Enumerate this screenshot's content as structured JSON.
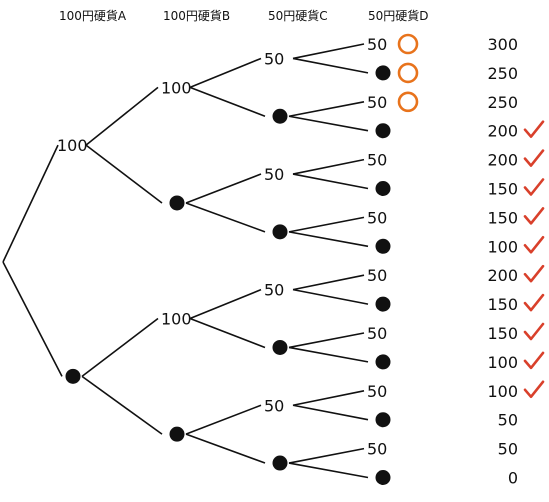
{
  "headers": [
    "100円硬貨A",
    "100円硬貨B",
    "50円硬貨C",
    "50円硬貨D"
  ],
  "labels": {
    "a": "100",
    "b": "100",
    "c": "50",
    "d": "50"
  },
  "outcomes": [
    {
      "total": "300",
      "mark": "circle"
    },
    {
      "total": "250",
      "mark": "circle"
    },
    {
      "total": "250",
      "mark": "circle"
    },
    {
      "total": "200",
      "mark": "check"
    },
    {
      "total": "200",
      "mark": "check"
    },
    {
      "total": "150",
      "mark": "check"
    },
    {
      "total": "150",
      "mark": "check"
    },
    {
      "total": "100",
      "mark": "check"
    },
    {
      "total": "200",
      "mark": "check"
    },
    {
      "total": "150",
      "mark": "check"
    },
    {
      "total": "150",
      "mark": "check"
    },
    {
      "total": "100",
      "mark": "check"
    },
    {
      "total": "100",
      "mark": "check"
    },
    {
      "total": "50",
      "mark": "none"
    },
    {
      "total": "50",
      "mark": "none"
    },
    {
      "total": "0",
      "mark": "none"
    }
  ],
  "colors": {
    "circle": "#e8731c",
    "check": "#d9402b",
    "ink": "#111111"
  }
}
